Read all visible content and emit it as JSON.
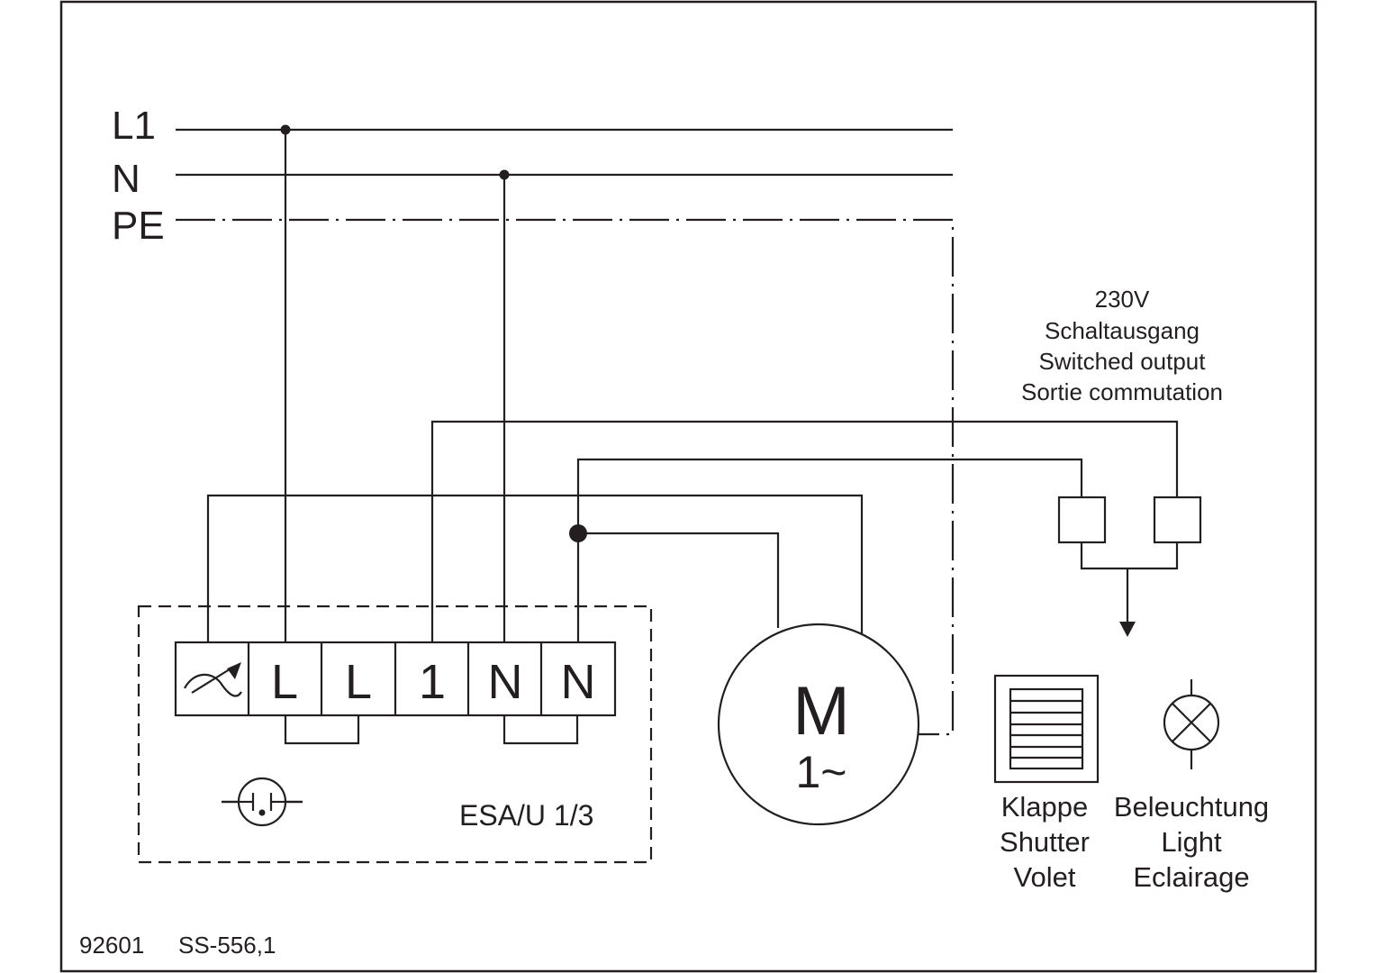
{
  "diagram": {
    "type": "wiring-diagram",
    "bus": {
      "labels": [
        "L1",
        "N",
        "PE"
      ]
    },
    "controller": {
      "model": "ESA/U 1/3",
      "terminals": [
        {
          "id": "sensor",
          "label": "",
          "icon": "adjustable-sensor-icon"
        },
        {
          "id": "L_a",
          "label": "L"
        },
        {
          "id": "L_b",
          "label": "L"
        },
        {
          "id": "out1",
          "label": "1"
        },
        {
          "id": "N_a",
          "label": "N"
        },
        {
          "id": "N_b",
          "label": "N"
        }
      ],
      "symbol": "flush-mounted-box-icon"
    },
    "motor": {
      "label": "M",
      "sublabel": "1~"
    },
    "switched_output_note": [
      "230V",
      "Schaltausgang",
      "Switched output",
      "Sortie commutation"
    ],
    "loads": [
      {
        "icon": "shutter-icon",
        "labels": [
          "Klappe",
          "Shutter",
          "Volet"
        ]
      },
      {
        "icon": "lamp-icon",
        "labels": [
          "Beleuchtung",
          "Light",
          "Eclairage"
        ]
      }
    ],
    "footer": {
      "drawing_number": "92601",
      "reference": "SS-556,1"
    }
  }
}
